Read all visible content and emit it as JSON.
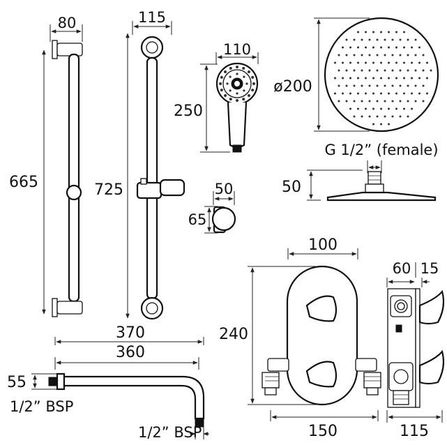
{
  "colors": {
    "line": "#111111",
    "background": "#ffffff"
  },
  "dimensions": {
    "rail_short_width": "80",
    "rail_short_height": "665",
    "rail_tall_width": "115",
    "rail_tall_height": "725",
    "handset_width": "110",
    "handset_height": "250",
    "head_diameter": "ø200",
    "head_connection": "G 1/2” (female)",
    "head_depth": "50",
    "outlet_width": "50",
    "outlet_height": "65",
    "valve_width": "100",
    "valve_height": "240",
    "valve_depth_a": "60",
    "valve_depth_b": "15",
    "valve_overall_width": "150",
    "valve_overall_depth": "115",
    "arm_length_outer": "370",
    "arm_length_inner": "360",
    "arm_flange": "55",
    "arm_thread_wall": "1/2” BSP",
    "arm_thread_head": "1/2” BSP"
  }
}
